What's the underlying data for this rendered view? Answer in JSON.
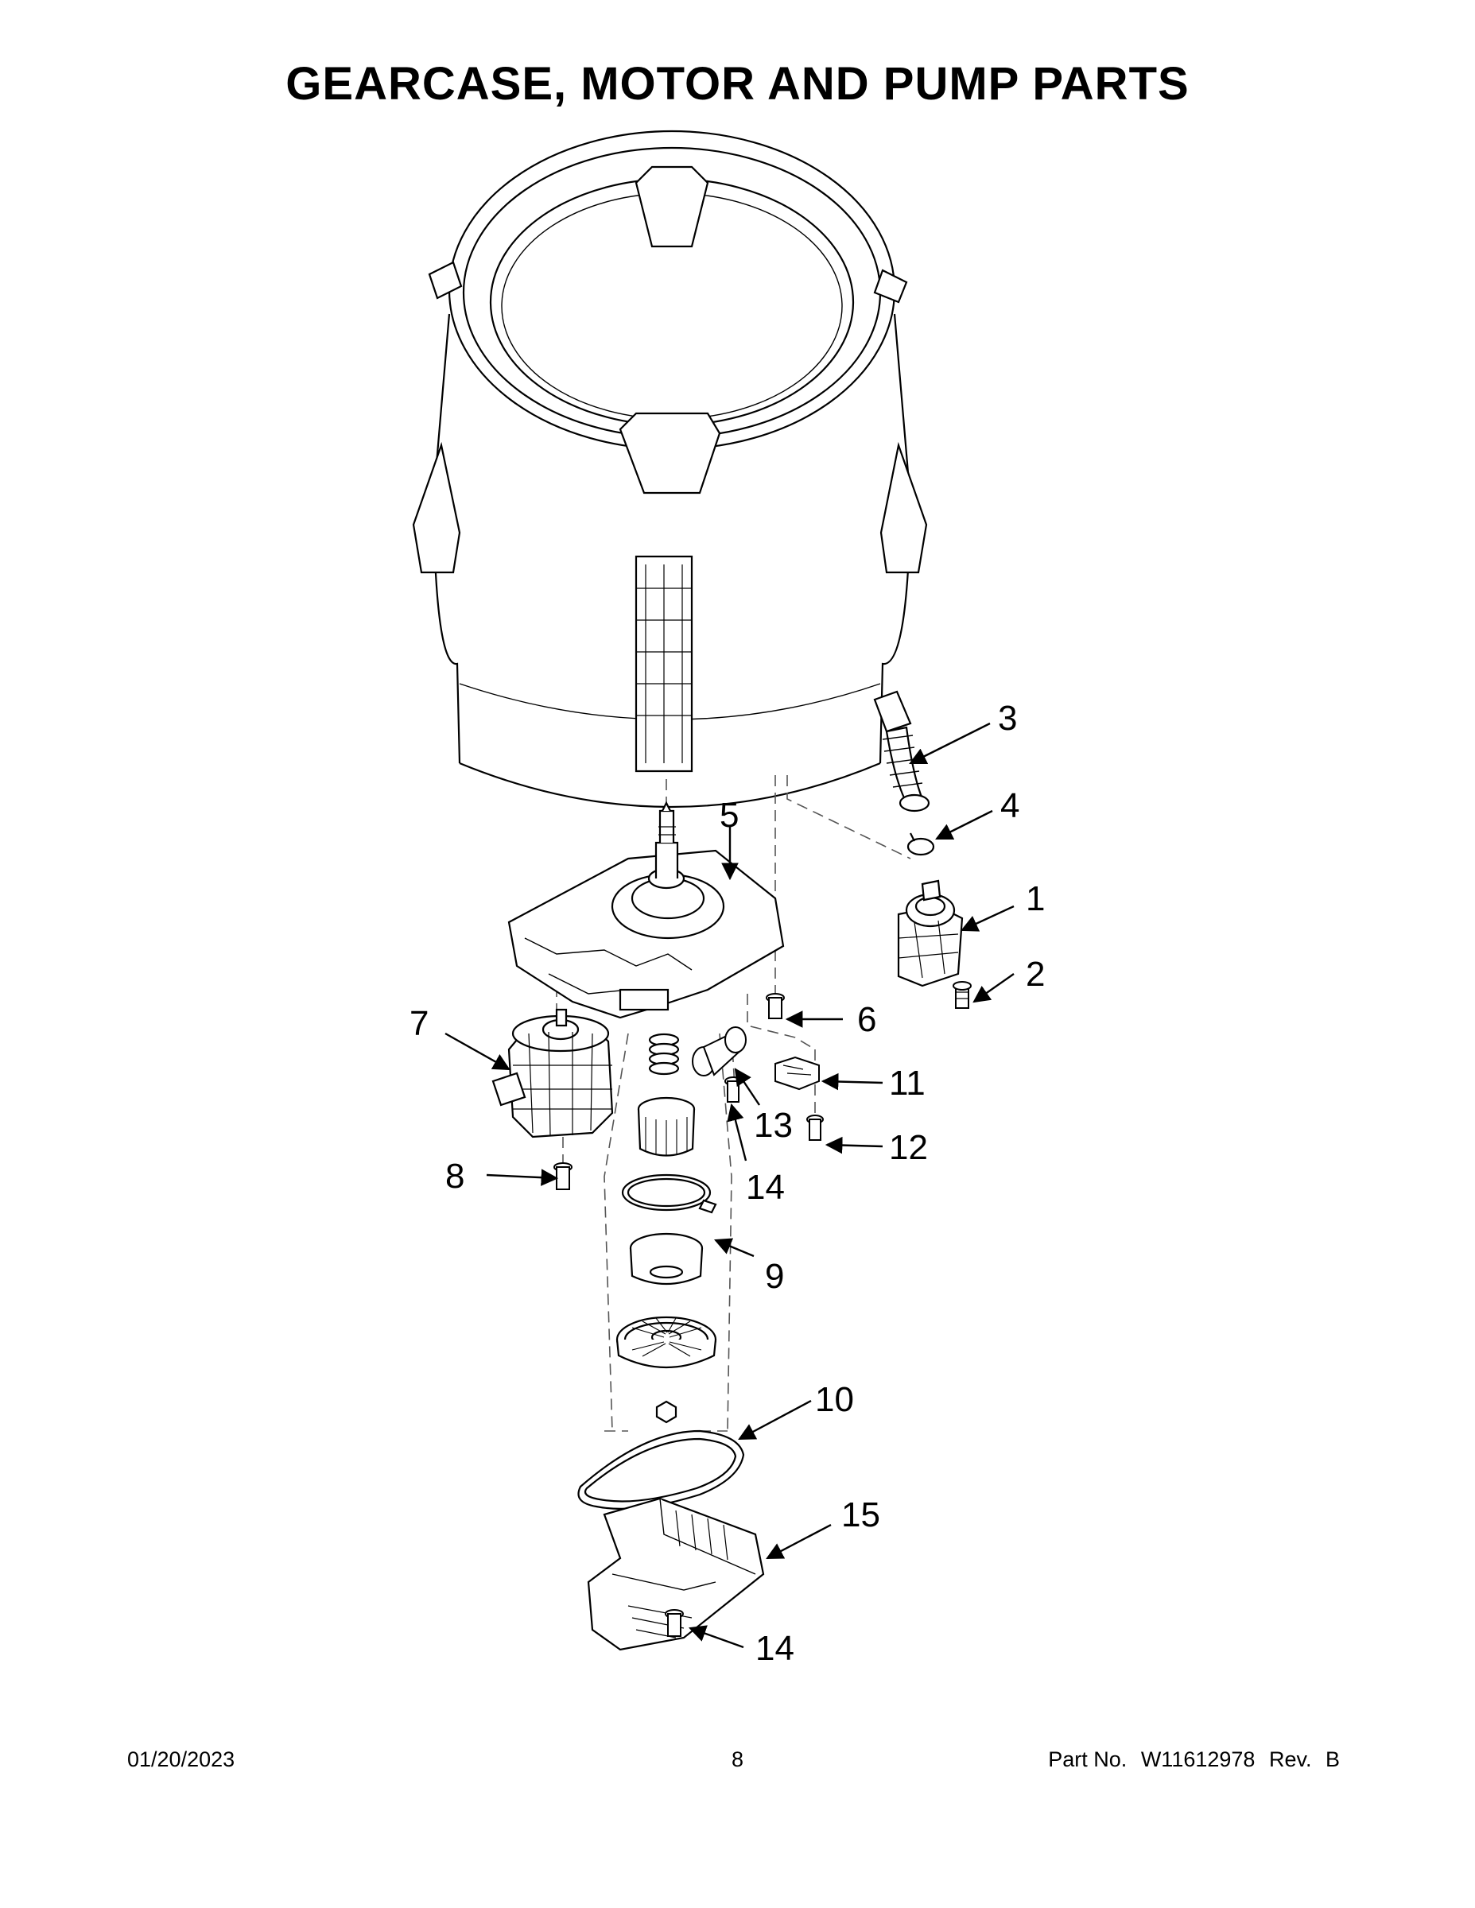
{
  "title": "GEARCASE, MOTOR AND PUMP PARTS",
  "callouts": {
    "c1": "1",
    "c2": "2",
    "c3": "3",
    "c4": "4",
    "c5": "5",
    "c6": "6",
    "c7": "7",
    "c8": "8",
    "c9": "9",
    "c10": "10",
    "c11": "11",
    "c12": "12",
    "c13": "13",
    "c14a": "14",
    "c14b": "14",
    "c15": "15"
  },
  "footer": {
    "date": "01/20/2023",
    "page": "8",
    "part_label": "Part No.",
    "part_number": "W11612978",
    "rev_label": "Rev.",
    "rev": "B"
  }
}
